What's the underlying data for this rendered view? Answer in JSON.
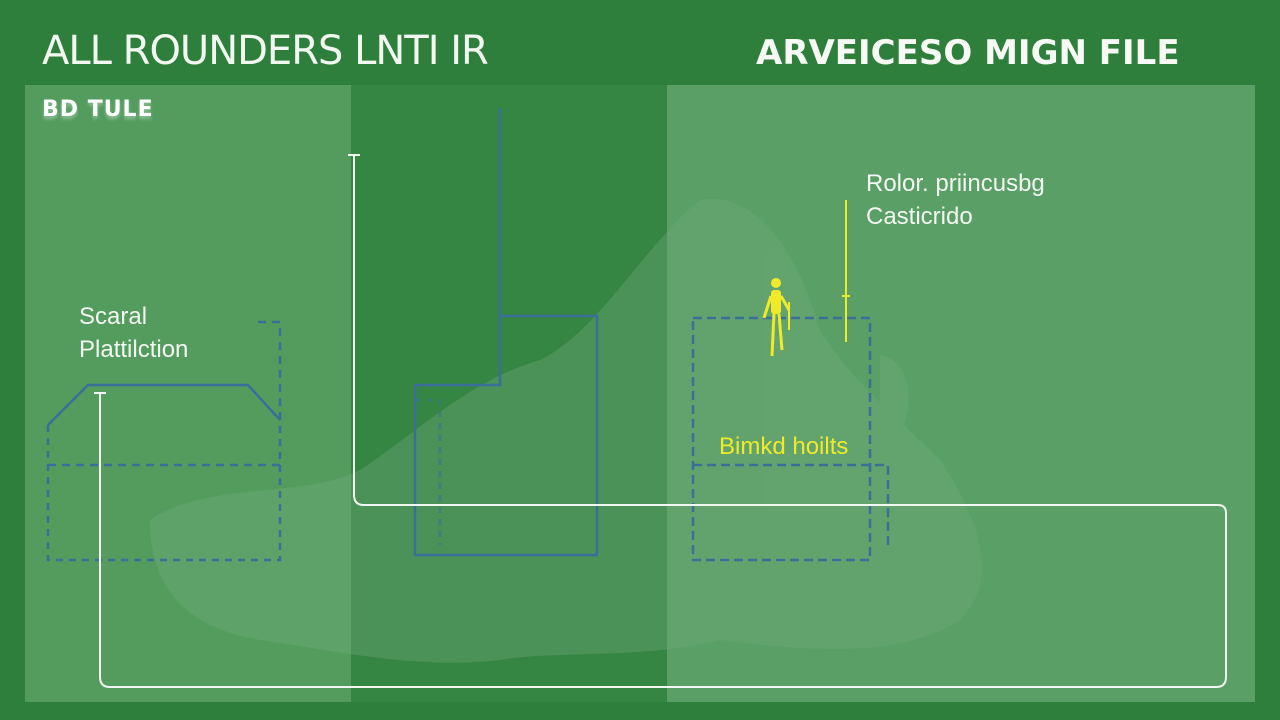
{
  "header": {
    "left_title": "ALL ROUNDERS LNTI IR",
    "right_title": "ARVEICESO MIGN FILE"
  },
  "panel_left": {
    "subtitle": "BD TULE",
    "label_line1": "Scaral",
    "label_line2": "Plattilction"
  },
  "panel_right": {
    "label_line1": "Rolor. priincusbg",
    "label_line2": "Casticrido",
    "highlight_label": "Bimkd hoilts"
  },
  "icons": {
    "figure": "person-figure-icon"
  },
  "colors": {
    "background": "#2e7f3c",
    "connector_line": "#f2f7f2",
    "outline": "#3a6f9a",
    "highlight": "#f0ea2a",
    "text": "#f4f8f2"
  }
}
